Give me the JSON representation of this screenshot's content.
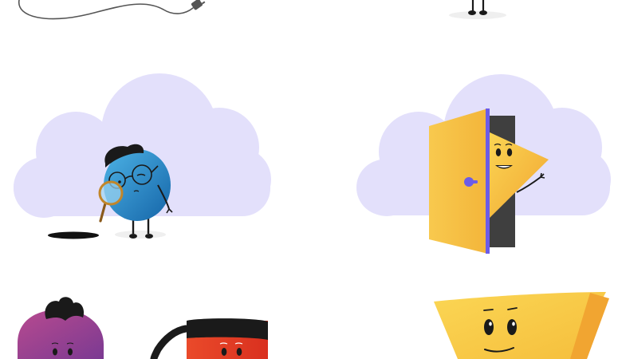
{
  "palette": {
    "background": "#ffffff",
    "cloud": "#e3e0fb",
    "accent_purple": "#6c5ce7",
    "door_yellow": "#f6c24a",
    "blue_character": "#2a8fd0",
    "red_character": "#e8402a",
    "magenta_character": "#a04090",
    "ink": "#1a1a1a",
    "shadow": "#efefef"
  },
  "illustrations": [
    {
      "id": "unplugged-cable",
      "icon": "plug-icon"
    },
    {
      "id": "character-feet",
      "icon": "feet-icon"
    },
    {
      "id": "search-character",
      "icon": "magnifying-glass-icon"
    },
    {
      "id": "door-character",
      "icon": "door-icon"
    },
    {
      "id": "magenta-character",
      "icon": "character-icon"
    },
    {
      "id": "red-character",
      "icon": "character-icon"
    },
    {
      "id": "yellow-character",
      "icon": "character-icon"
    }
  ]
}
